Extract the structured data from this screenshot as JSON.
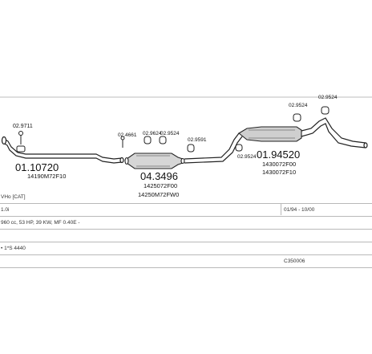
{
  "diagram": {
    "labels": {
      "front_clamp": "02.9711",
      "front_pipe_code": "01.10720",
      "front_pipe_oem": "14190M72F10",
      "cat_bolt": "02.4661",
      "cat_clamp_left": "02.9624",
      "cat_clamp_right": "02.9524",
      "cat_code": "04.3496",
      "cat_oem_1": "1425072F00",
      "cat_oem_2": "14250M72FW0",
      "mid_clamp": "02.9591",
      "rear_clamp_low": "02.9524",
      "rear_code": "01.94520",
      "rear_oem_1": "1430072F00",
      "rear_oem_2": "1430072F10",
      "rear_clamp_top": "02.9524",
      "tail_clamp": "02.9524"
    }
  },
  "table": {
    "rows": [
      {
        "left": "VHo [CAT]",
        "right": ""
      },
      {
        "left": "1.0i",
        "right": "01/94 - 10/00"
      },
      {
        "left": "960 cc, 53 HP, 39 KW, MF 0.40E -",
        "right": ""
      },
      {
        "left": "",
        "right": ""
      },
      {
        "left": "• 1*S 4440",
        "right": ""
      },
      {
        "left": "",
        "right": "C350006"
      }
    ]
  }
}
